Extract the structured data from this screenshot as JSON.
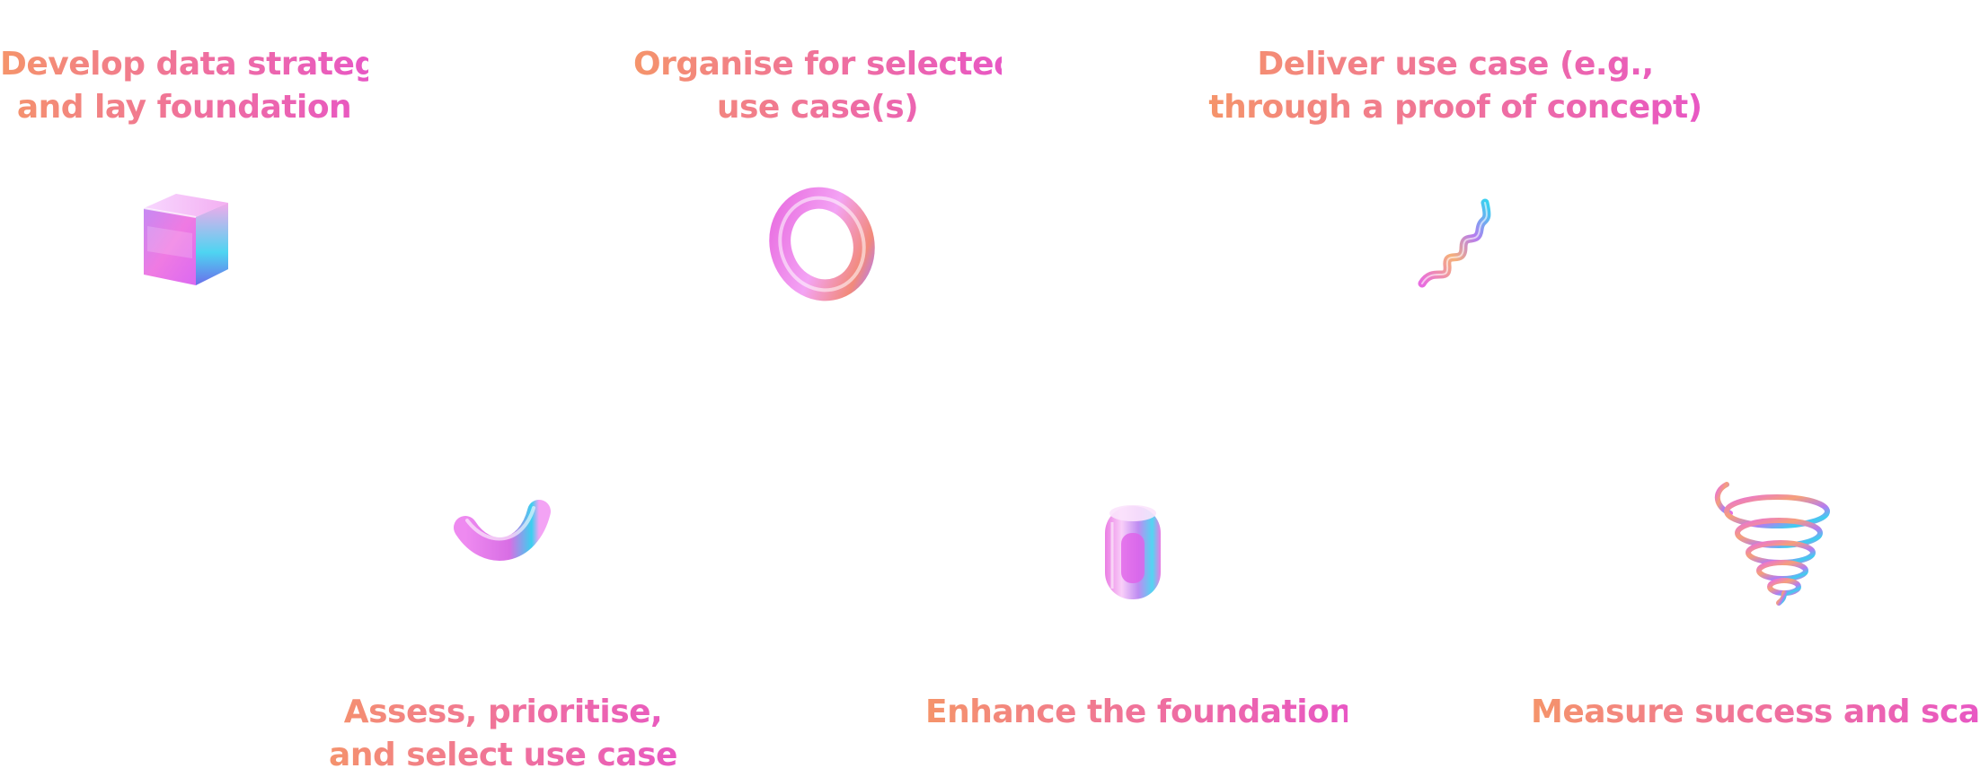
{
  "steps": [
    {
      "line1": "Develop data strategy",
      "line2": "and lay foundation",
      "icon": "cube-icon"
    },
    {
      "line1": "Assess, prioritise,",
      "line2": "and select use case",
      "icon": "arc-icon"
    },
    {
      "line1": "Organise for selected",
      "line2": "use case(s)",
      "icon": "torus-icon"
    },
    {
      "line1": "Enhance the foundation",
      "line2": "",
      "icon": "cylinder-icon"
    },
    {
      "line1": "Deliver use case (e.g.,",
      "line2": "through a proof of concept)",
      "icon": "squiggle-icon"
    },
    {
      "line1": "Measure success and scale",
      "line2": "",
      "icon": "spiral-icon"
    }
  ],
  "colors": {
    "text_start": "#f5946a",
    "text_mid": "#ef6f9f",
    "text_end": "#e857c4",
    "shape_pink": "#e86ce0",
    "shape_violet": "#b57cf0",
    "shape_cyan": "#3ad0f0"
  }
}
